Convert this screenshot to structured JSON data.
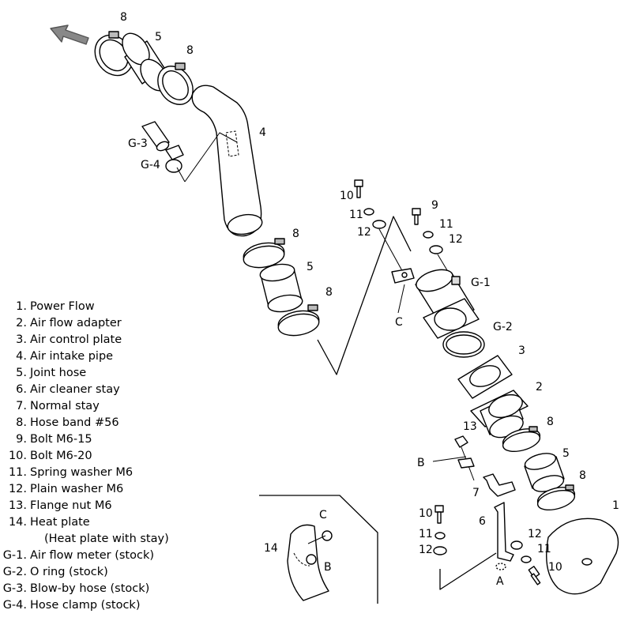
{
  "callouts": {
    "c1": "1",
    "c2": "2",
    "c3": "3",
    "c4": "4",
    "c5": "5",
    "c6": "6",
    "c7": "7",
    "c8": "8",
    "c9": "9",
    "c10": "10",
    "c11": "11",
    "c12": "12",
    "c13": "13",
    "c14": "14",
    "g1": "G-1",
    "g2": "G-2",
    "g3": "G-3",
    "g4": "G-4",
    "a": "A",
    "b": "B",
    "c": "C"
  },
  "legend": [
    {
      "num": "1.",
      "text": "Power Flow"
    },
    {
      "num": "2.",
      "text": "Air flow adapter"
    },
    {
      "num": "3.",
      "text": "Air control plate"
    },
    {
      "num": "4.",
      "text": "Air intake pipe"
    },
    {
      "num": "5.",
      "text": "Joint hose"
    },
    {
      "num": "6.",
      "text": "Air cleaner stay"
    },
    {
      "num": "7.",
      "text": "Normal stay"
    },
    {
      "num": "8.",
      "text": "Hose band  #56"
    },
    {
      "num": "9.",
      "text": "Bolt  M6-15"
    },
    {
      "num": "10.",
      "text": "Bolt  M6-20"
    },
    {
      "num": "11.",
      "text": "Spring washer  M6"
    },
    {
      "num": "12.",
      "text": "Plain washer  M6"
    },
    {
      "num": "13.",
      "text": "Flange nut  M6"
    },
    {
      "num": "14.",
      "text": "Heat plate"
    },
    {
      "num": "",
      "text": "(Heat plate with stay)"
    },
    {
      "num": "G-1.",
      "text": "Air flow meter (stock)"
    },
    {
      "num": "G-2.",
      "text": "O ring (stock)"
    },
    {
      "num": "G-3.",
      "text": "Blow-by hose (stock)"
    },
    {
      "num": "G-4.",
      "text": "Hose clamp (stock)"
    }
  ]
}
